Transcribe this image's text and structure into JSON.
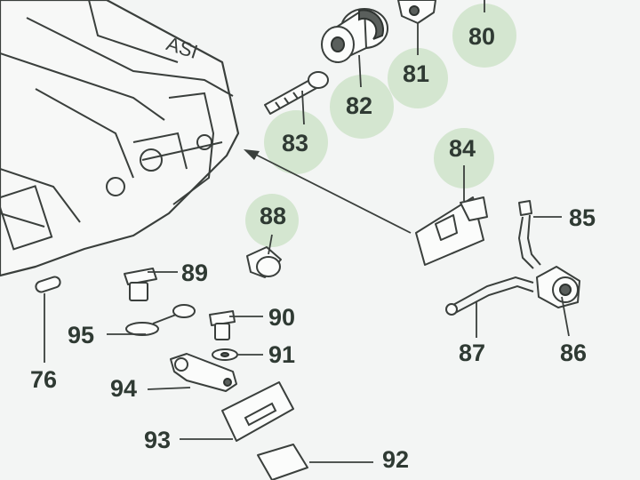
{
  "diagram": {
    "accent_color": "#b9d8b3",
    "casting_mark": "ASI",
    "callouts": [
      {
        "id": "80",
        "label": "80"
      },
      {
        "id": "81",
        "label": "81"
      },
      {
        "id": "82",
        "label": "82"
      },
      {
        "id": "83",
        "label": "83"
      },
      {
        "id": "84",
        "label": "84"
      },
      {
        "id": "85",
        "label": "85"
      },
      {
        "id": "86",
        "label": "86"
      },
      {
        "id": "87",
        "label": "87"
      },
      {
        "id": "88",
        "label": "88"
      },
      {
        "id": "89",
        "label": "89"
      },
      {
        "id": "90",
        "label": "90"
      },
      {
        "id": "91",
        "label": "91"
      },
      {
        "id": "92",
        "label": "92"
      },
      {
        "id": "93",
        "label": "93"
      },
      {
        "id": "94",
        "label": "94"
      },
      {
        "id": "95",
        "label": "95"
      },
      {
        "id": "76",
        "label": "76"
      }
    ]
  }
}
